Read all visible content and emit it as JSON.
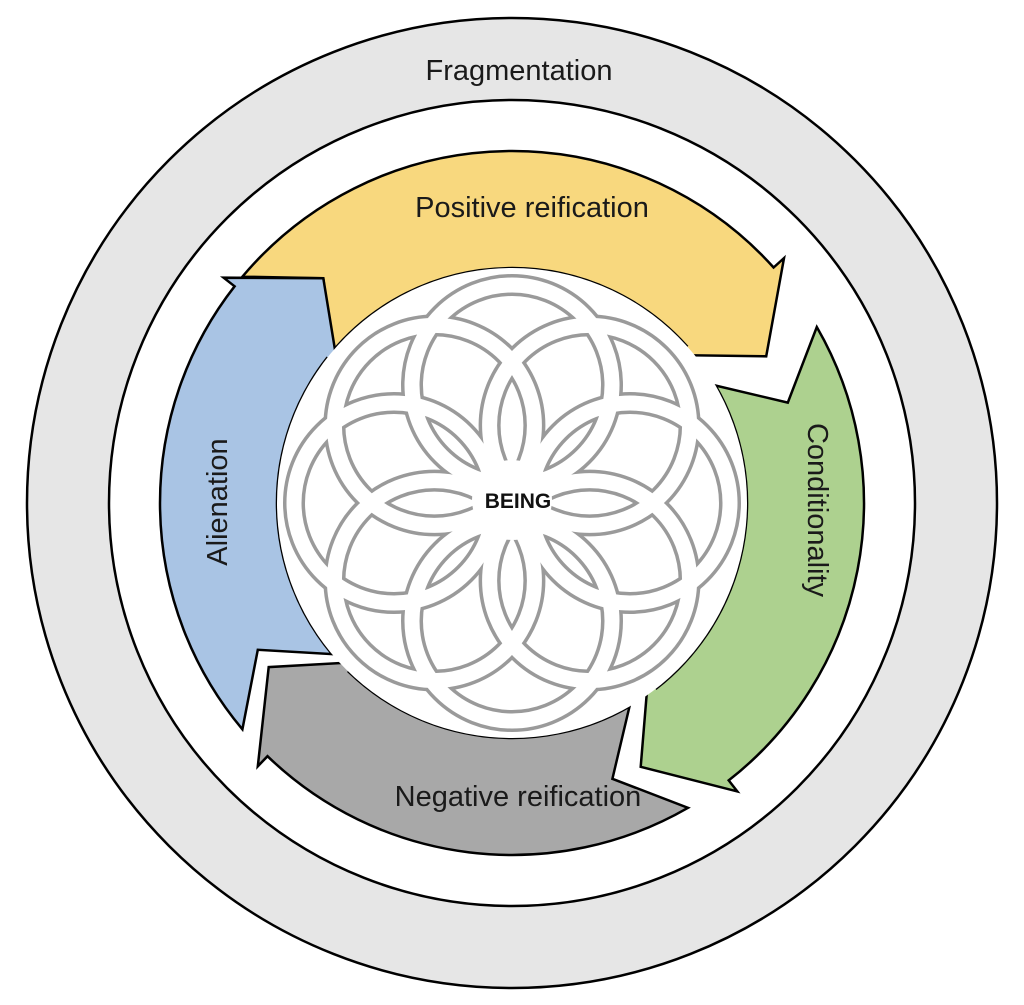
{
  "diagram": {
    "outer_label": "Fragmentation",
    "core_label": "BEING",
    "stages": [
      {
        "label": "Positive reification",
        "color": "#f8d87e"
      },
      {
        "label": "Conditionality",
        "color": "#add18f"
      },
      {
        "label": "Negative reification",
        "color": "#a8a8a8"
      },
      {
        "label": "Alienation",
        "color": "#a9c4e4"
      }
    ],
    "colors": {
      "outer_ring": "#e6e6e6",
      "outline": "#000000",
      "knot": "#9a9a9a"
    }
  }
}
